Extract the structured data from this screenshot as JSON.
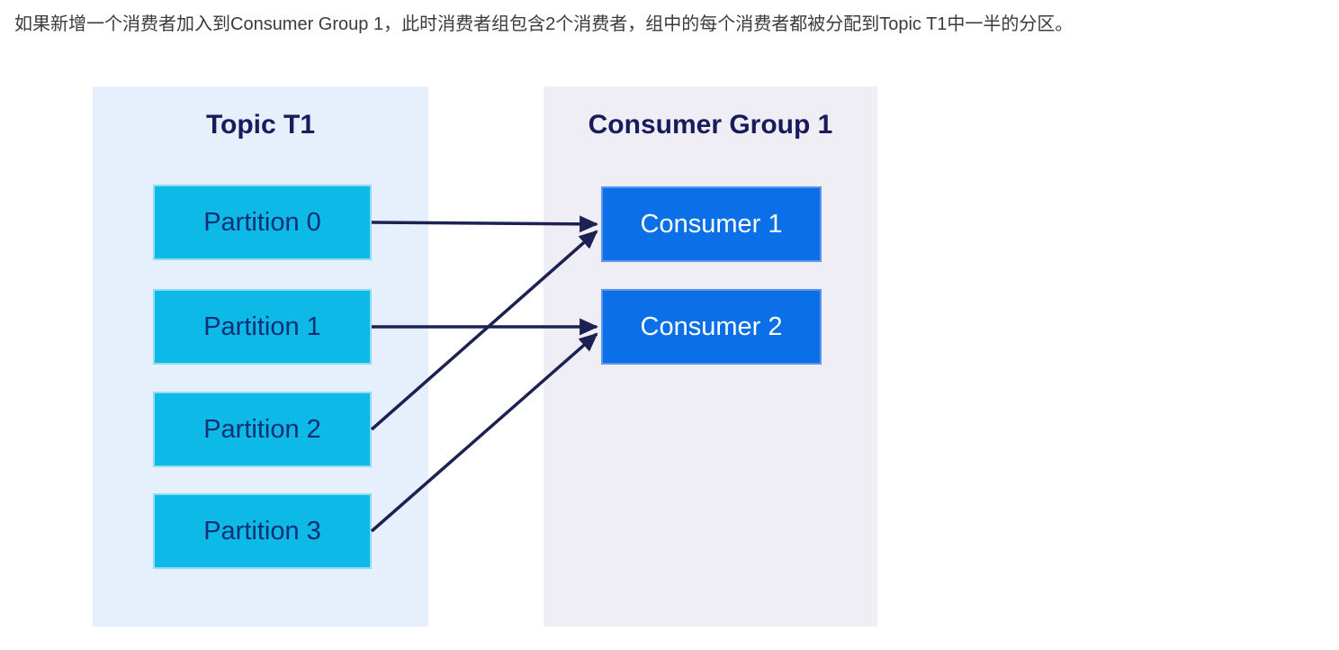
{
  "description": "如果新增一个消费者加入到Consumer Group 1，此时消费者组包含2个消费者，组中的每个消费者都被分配到Topic T1中一半的分区。",
  "topic_panel": {
    "title": "Topic T1",
    "partitions": [
      "Partition 0",
      "Partition 1",
      "Partition 2",
      "Partition 3"
    ]
  },
  "consumer_panel": {
    "title": "Consumer Group 1",
    "consumers": [
      "Consumer 1",
      "Consumer 2"
    ]
  },
  "arrows": [
    {
      "from": "p0",
      "to": "c1"
    },
    {
      "from": "p1",
      "to": "c2"
    },
    {
      "from": "p2",
      "to": "c1"
    },
    {
      "from": "p3",
      "to": "c2"
    }
  ],
  "colors": {
    "page_bg": "#FFFFFF",
    "description_text": "#3B3B3B",
    "topic_panel_bg": "#E6F0FC",
    "consumer_panel_bg": "#EFEEF4",
    "title_text": "#1A1A5E",
    "partition_fill": "#0CB9E7",
    "partition_border": "#8FDCF2",
    "partition_text": "#0F2E75",
    "consumer_fill": "#0B70E7",
    "consumer_border": "#5E94EA",
    "consumer_text": "#FFFFFF",
    "arrow": "#1B2153"
  }
}
